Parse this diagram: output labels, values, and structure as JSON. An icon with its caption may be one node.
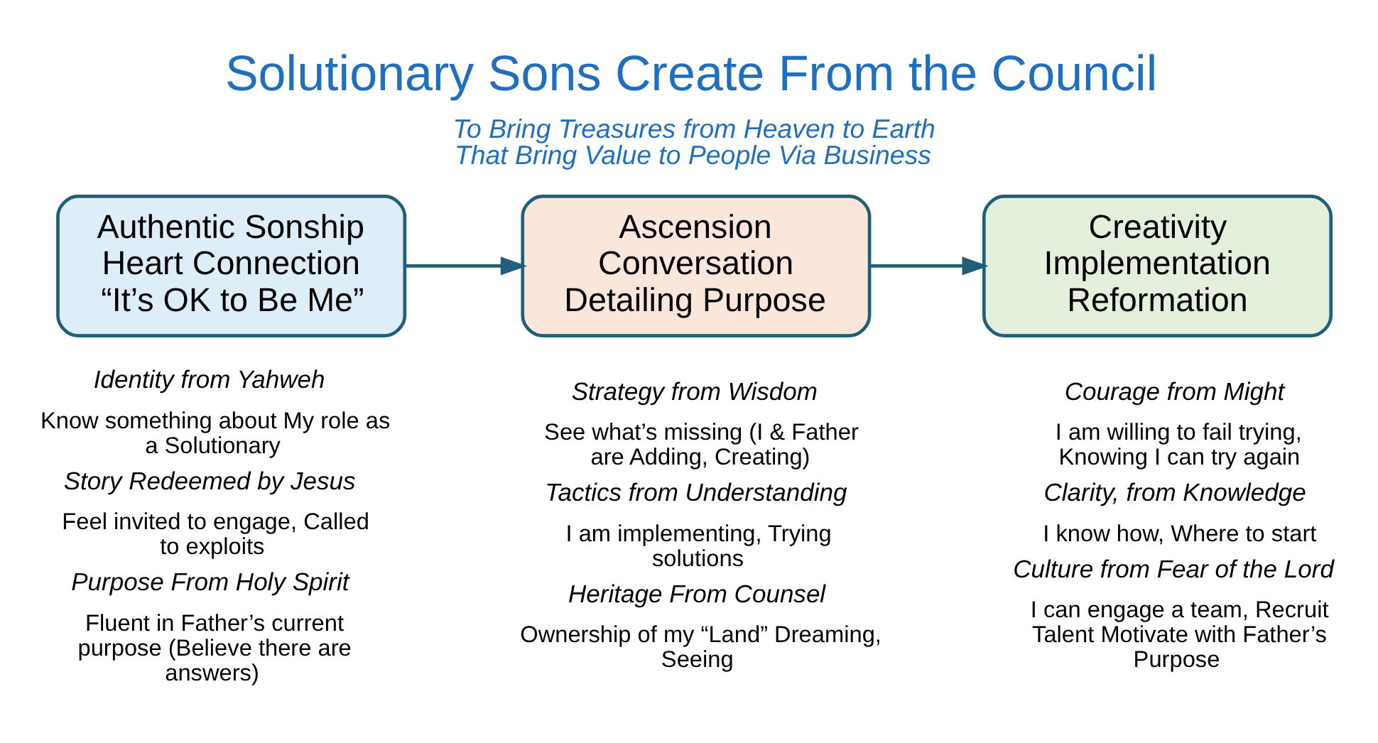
{
  "diagram": {
    "title": "Solutionary Sons Create From the Council",
    "nodes": [
      {
        "text": [
          "Authentic Sonship Heart Connection “It’s OK to Be Me”"
        ],
        "beside": [
          "Identity from Yahweh",
          "Know something about My role as a Solutionary",
          "Story Redeemed by Jesus",
          "Feel invited to engage, Called to exploits",
          "Purpose From Holy Spirit",
          "Fluent in Father’s current purpose (Believe there are answers)"
        ]
      },
      {
        "text": [
          "Ascension Conversation Detailing Purpose"
        ],
        "beside": [
          "Strategy from Wisdom",
          "See what’s missing (I & Father are Adding, Creating)",
          "Tactics from Understanding",
          "I am implementing, Trying solutions",
          "Heritage From Counsel",
          "Ownership of my “Land” Dreaming, Seeing"
        ]
      },
      {
        "text": [
          "Creativity Implementation Reformation"
        ],
        "beside": [
          "Courage from Might",
          "I am willing to fail trying, Knowing I can try again",
          "Clarity, from Knowledge",
          "I know how, Where to start",
          "Culture from Fear of the Lord",
          "I can engage a team, Recruit Talent Motivate with Father’s Purpose"
        ]
      }
    ],
    "edges": [
      {
        "from": 0,
        "to": 1,
        "arrow": "to"
      },
      {
        "from": 1,
        "to": 2,
        "arrow": "to"
      }
    ],
    "labels": [
      "To Bring Treasures from Heaven to Earth That Bring Value to People Via Business"
    ]
  }
}
